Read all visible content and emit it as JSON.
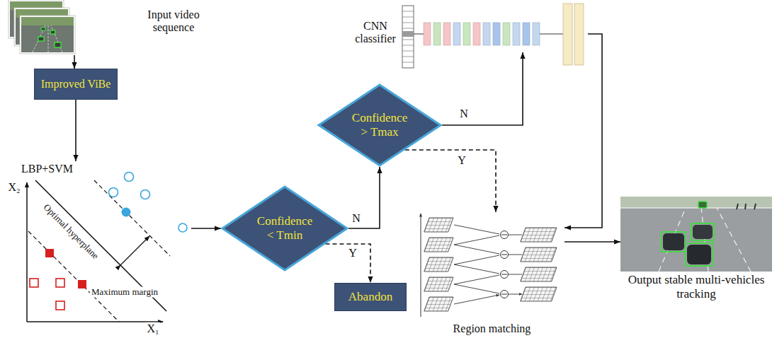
{
  "diagram": {
    "nodes": [
      {
        "text": [
          "Input video sequence"
        ]
      },
      {
        "text": [
          "Improved ViBe"
        ]
      },
      {
        "text": [
          "LBP+SVM"
        ]
      },
      {
        "text": [
          "Confidence < Tmin"
        ]
      },
      {
        "text": [
          "Confidence > Tmax"
        ]
      },
      {
        "text": [
          "Abandon"
        ]
      },
      {
        "text": [
          "CNN classifier"
        ]
      },
      {
        "text": [
          "Region matching"
        ]
      },
      {
        "text": [
          "Output stable multi-vehicles tracking"
        ]
      }
    ],
    "edges": [
      {
        "from": 0,
        "to": 1,
        "arrow": "to"
      },
      {
        "from": 1,
        "to": 2,
        "arrow": "to"
      },
      {
        "from": 2,
        "to": 3,
        "arrow": "to"
      },
      {
        "from": 3,
        "to": 4,
        "label": "N",
        "arrow": "to"
      },
      {
        "from": 3,
        "to": 5,
        "label": "Y",
        "arrow": "to"
      },
      {
        "from": 4,
        "to": 6,
        "label": "N",
        "arrow": "to"
      },
      {
        "from": 4,
        "to": 7,
        "label": "Y",
        "arrow": "to"
      },
      {
        "from": 6,
        "to": 7,
        "arrow": "to"
      },
      {
        "from": 7,
        "to": 8,
        "arrow": "to"
      }
    ],
    "labels": [
      "X₂",
      "Optimal hyperplane",
      "Maximum margin",
      "X₁"
    ]
  }
}
